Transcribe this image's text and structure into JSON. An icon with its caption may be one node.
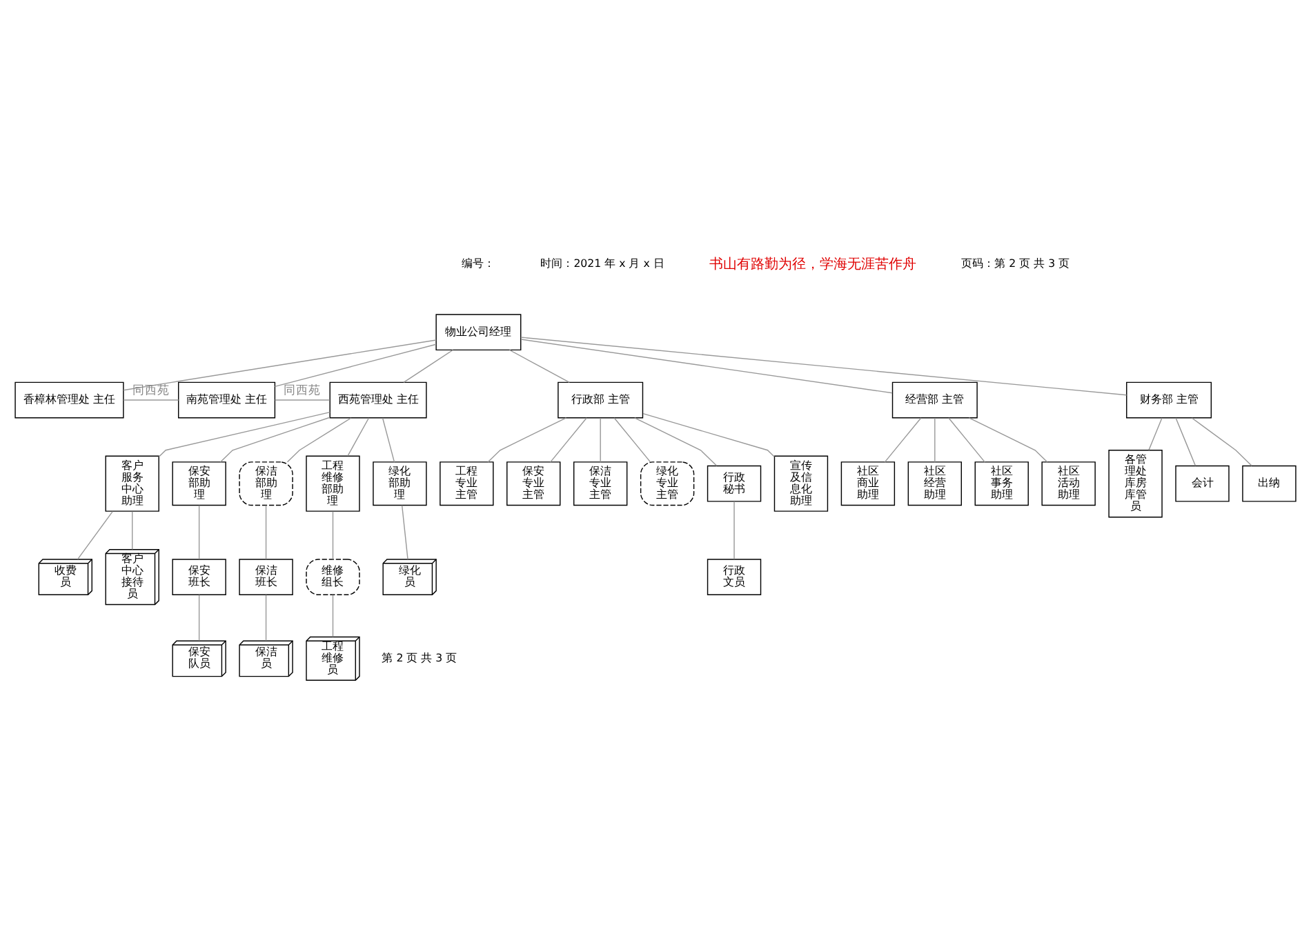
{
  "diagram": {
    "nodes": [
      {
        "text": [
          "物业公司经理"
        ]
      },
      {
        "text": [
          "香樟林管理处 主任"
        ]
      },
      {
        "text": [
          "南苑管理处 主任"
        ]
      },
      {
        "text": [
          "西苑管理处 主任"
        ]
      },
      {
        "text": [
          "行政部 主管"
        ]
      },
      {
        "text": [
          "经营部 主管"
        ]
      },
      {
        "text": [
          "财务部 主管"
        ]
      },
      {
        "text": [
          "客户服务中心助理"
        ]
      },
      {
        "text": [
          "保安部助理"
        ]
      },
      {
        "text": [
          "保洁部助理"
        ]
      },
      {
        "text": [
          "工程维修部助理"
        ]
      },
      {
        "text": [
          "绿化部助理"
        ]
      },
      {
        "text": [
          "工程专业主管"
        ]
      },
      {
        "text": [
          "保安专业主管"
        ]
      },
      {
        "text": [
          "保洁专业主管"
        ]
      },
      {
        "text": [
          "绿化专业主管"
        ]
      },
      {
        "text": [
          "行政秘书"
        ]
      },
      {
        "text": [
          "宣传及信息化助理"
        ]
      },
      {
        "text": [
          "社区商业助理"
        ]
      },
      {
        "text": [
          "社区经营助理"
        ]
      },
      {
        "text": [
          "社区事务助理"
        ]
      },
      {
        "text": [
          "社区活动助理"
        ]
      },
      {
        "text": [
          "各管理处库房库管员"
        ]
      },
      {
        "text": [
          "会计"
        ]
      },
      {
        "text": [
          "出纳"
        ]
      },
      {
        "text": [
          "收费员"
        ]
      },
      {
        "text": [
          "客户中心接待员"
        ]
      },
      {
        "text": [
          "保安班长"
        ]
      },
      {
        "text": [
          "保洁班长"
        ]
      },
      {
        "text": [
          "维修组长"
        ]
      },
      {
        "text": [
          "行政文员"
        ]
      },
      {
        "text": [
          "保安队员"
        ]
      },
      {
        "text": [
          "保洁员"
        ]
      },
      {
        "text": [
          "工程维修员"
        ]
      },
      {
        "text": [
          "绿化员"
        ]
      }
    ],
    "edges": [
      {
        "from": 0,
        "to": 1,
        "arrow": "none"
      },
      {
        "from": 0,
        "to": 2,
        "arrow": "none"
      },
      {
        "from": 0,
        "to": 3,
        "arrow": "none"
      },
      {
        "from": 0,
        "to": 4,
        "arrow": "none"
      },
      {
        "from": 0,
        "to": 5,
        "arrow": "none"
      },
      {
        "from": 0,
        "to": 6,
        "arrow": "none"
      },
      {
        "from": 1,
        "to": 2,
        "arrow": "none",
        "label": "同西苑"
      },
      {
        "from": 2,
        "to": 3,
        "arrow": "none",
        "label": "同西苑"
      },
      {
        "from": 3,
        "to": 7,
        "arrow": "none"
      },
      {
        "from": 3,
        "to": 8,
        "arrow": "none"
      },
      {
        "from": 3,
        "to": 9,
        "arrow": "none"
      },
      {
        "from": 3,
        "to": 10,
        "arrow": "none"
      },
      {
        "from": 3,
        "to": 11,
        "arrow": "none"
      },
      {
        "from": 4,
        "to": 12,
        "arrow": "none"
      },
      {
        "from": 4,
        "to": 13,
        "arrow": "none"
      },
      {
        "from": 4,
        "to": 14,
        "arrow": "none"
      },
      {
        "from": 4,
        "to": 15,
        "arrow": "none"
      },
      {
        "from": 4,
        "to": 16,
        "arrow": "none"
      },
      {
        "from": 4,
        "to": 17,
        "arrow": "none"
      },
      {
        "from": 5,
        "to": 18,
        "arrow": "none"
      },
      {
        "from": 5,
        "to": 19,
        "arrow": "none"
      },
      {
        "from": 5,
        "to": 20,
        "arrow": "none"
      },
      {
        "from": 5,
        "to": 21,
        "arrow": "none"
      },
      {
        "from": 6,
        "to": 22,
        "arrow": "none"
      },
      {
        "from": 6,
        "to": 23,
        "arrow": "none"
      },
      {
        "from": 6,
        "to": 24,
        "arrow": "none"
      },
      {
        "from": 7,
        "to": 25,
        "arrow": "none"
      },
      {
        "from": 7,
        "to": 26,
        "arrow": "none"
      },
      {
        "from": 8,
        "to": 27,
        "arrow": "none"
      },
      {
        "from": 9,
        "to": 28,
        "arrow": "none"
      },
      {
        "from": 10,
        "to": 29,
        "arrow": "none"
      },
      {
        "from": 16,
        "to": 30,
        "arrow": "none"
      },
      {
        "from": 27,
        "to": 31,
        "arrow": "none"
      },
      {
        "from": 28,
        "to": 32,
        "arrow": "none"
      },
      {
        "from": 29,
        "to": 33,
        "arrow": "none"
      },
      {
        "from": 11,
        "to": 34,
        "arrow": "none"
      }
    ],
    "labels": [
      "编号：",
      "时间：2021 年 x 月 x 日",
      "书山有路勤为径，学海无涯苦作舟",
      "页码：第 2 页 共 3 页",
      "第 2 页 共 3 页"
    ]
  }
}
